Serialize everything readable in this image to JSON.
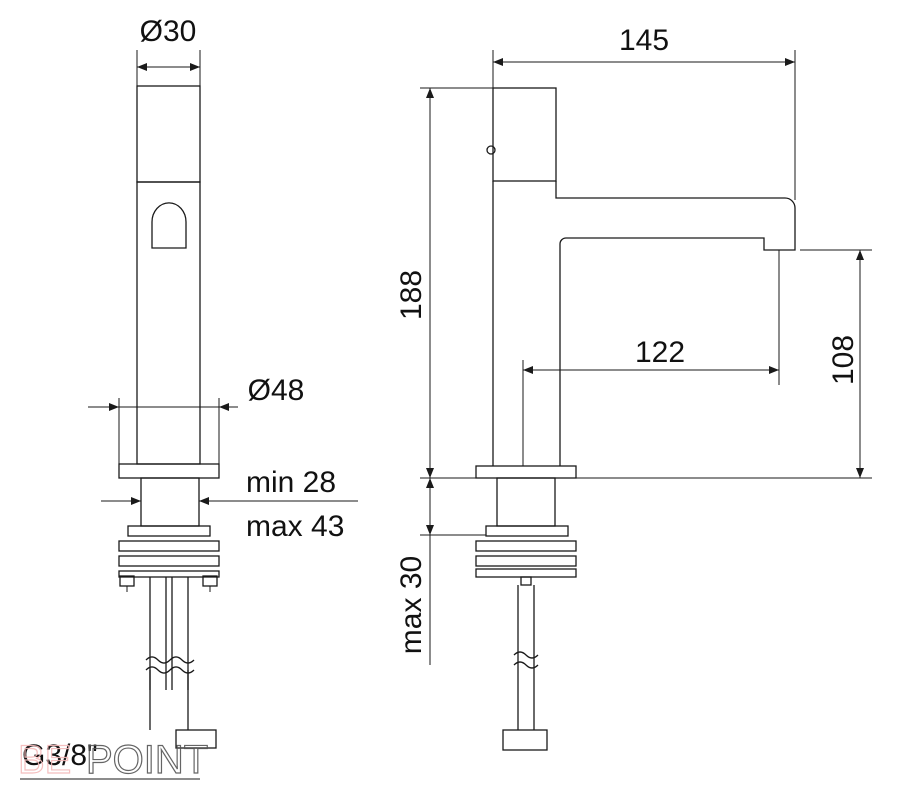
{
  "labels": {
    "d_top_side": "Ø30",
    "d_base_side": "Ø48",
    "min_thickness": "min 28",
    "max_thickness": "max 43",
    "thread": "G3/8\"",
    "width_total": "145",
    "spout_reach": "122",
    "height_total": "188",
    "spout_height": "108",
    "max_below": "max 30"
  },
  "watermark": {
    "part1": "BE",
    "part2": "POINT",
    "color1": "#f4b9b9",
    "color2": "#555555"
  }
}
